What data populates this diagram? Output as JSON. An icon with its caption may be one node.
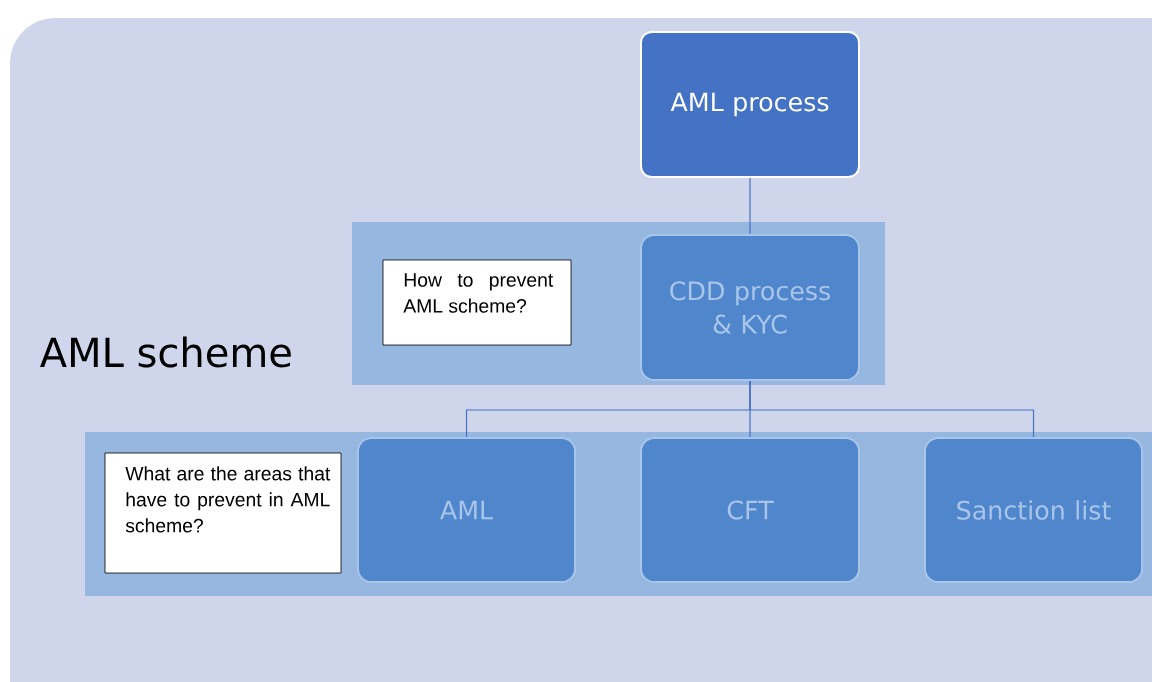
{
  "diagram": {
    "nodes": [
      {
        "text": [
          "AML scheme"
        ]
      },
      {
        "text": [
          "AML process"
        ],
        "in": 0
      },
      {
        "text": [],
        "shape": "band",
        "in": 0
      },
      {
        "text": [
          "How to prevent AML scheme?"
        ],
        "in": 2
      },
      {
        "text": [
          "CDD process & KYC"
        ],
        "in": 2
      },
      {
        "text": [],
        "shape": "band",
        "in": 0
      },
      {
        "text": [
          "What are the areas that have to prevent in AML scheme?"
        ],
        "in": 5
      },
      {
        "text": [
          "AML"
        ],
        "in": 5
      },
      {
        "text": [
          "CFT"
        ],
        "in": 5
      },
      {
        "text": [
          "Sanction list"
        ],
        "in": 5
      }
    ],
    "edges": [
      {
        "from": 1,
        "to": 4,
        "arrow": "none"
      },
      {
        "from": 4,
        "to": 7,
        "arrow": "none"
      },
      {
        "from": 4,
        "to": 8,
        "arrow": "none"
      },
      {
        "from": 4,
        "to": 9,
        "arrow": "none"
      }
    ]
  }
}
